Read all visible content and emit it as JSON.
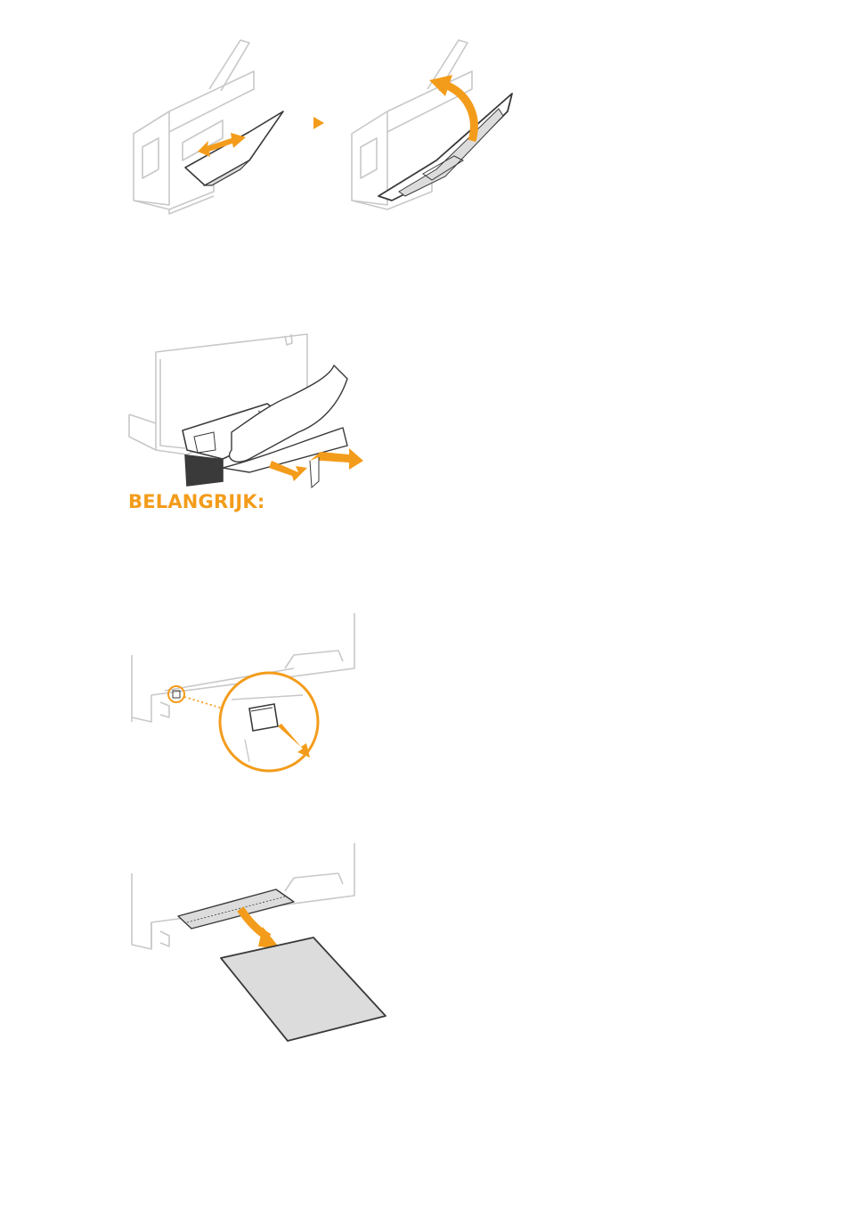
{
  "important_heading": "BELANGRIJK:",
  "colors": {
    "accent": "#F39C1B",
    "line": "#C8C8C8",
    "dark": "#3A3A3A",
    "paper": "#DCDCDC"
  },
  "figures": [
    {
      "id": "multipurpose-tray",
      "icon": "printer-tray-open-illustration"
    },
    {
      "id": "drawer-removal",
      "icon": "paper-drawer-pull-out-illustration"
    },
    {
      "id": "release-lever",
      "icon": "release-lever-magnified-illustration"
    },
    {
      "id": "jammed-paper",
      "icon": "jammed-paper-removal-illustration"
    }
  ]
}
